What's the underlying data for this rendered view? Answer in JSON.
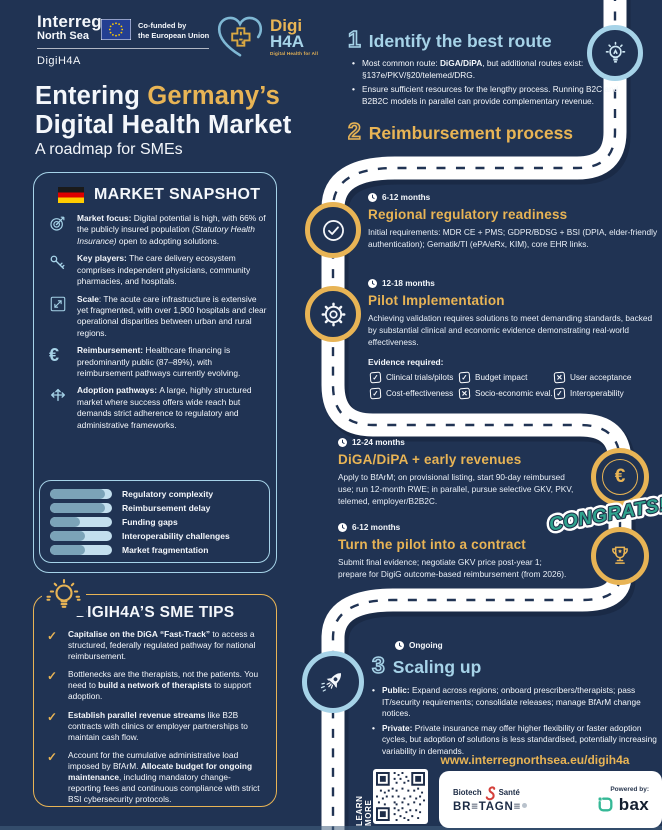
{
  "page": {
    "bg": "#203353",
    "accent_gold": "#e8b455",
    "accent_blue": "#a6d3e8"
  },
  "header": {
    "interreg_title": "Interreg",
    "interreg_subtitle": "North Sea",
    "eu_cofunded_line1": "Co-funded by",
    "eu_cofunded_line2": "the European Union",
    "program_label": "DigiH4A",
    "digi_logo_line1": "Digi",
    "digi_logo_line2": "H4A",
    "digi_logo_tagline": "Digital Health for All"
  },
  "title": {
    "line1_white": "Entering ",
    "line1_gold": "Germany’s",
    "line2": "Digital Health Market",
    "subtitle": "A roadmap for SMEs"
  },
  "market_snapshot": {
    "heading": "MARKET SNAPSHOT",
    "items": [
      {
        "icon": "target-icon",
        "segments": [
          {
            "t": "Market focus: ",
            "b": true
          },
          {
            "t": "Digital potential is high, with 66% of the publicly insured population "
          },
          {
            "t": "(Statutory Health Insurance)",
            "i": true
          },
          {
            "t": " open to adopting solutions."
          }
        ]
      },
      {
        "icon": "key-icon",
        "segments": [
          {
            "t": "Key players: ",
            "b": true
          },
          {
            "t": "The care delivery ecosystem comprises independent physicians, community pharmacies, and hospitals."
          }
        ]
      },
      {
        "icon": "scale-icon",
        "segments": [
          {
            "t": "Scale",
            "b": true
          },
          {
            "t": ": The acute care infrastructure is extensive yet fragmented, with over 1,900 hospitals and clear operational disparities between urban and rural regions."
          }
        ]
      },
      {
        "icon": "euro-icon",
        "segments": [
          {
            "t": "Reimbursement: ",
            "b": true
          },
          {
            "t": "Healthcare financing is predominantly public (87–89%), with reimbursement pathways currently evolving."
          }
        ]
      },
      {
        "icon": "adoption-icon",
        "segments": [
          {
            "t": "Adoption pathways: ",
            "b": true
          },
          {
            "t": "A large, highly structured market where success offers wide reach but demands strict adherence to regulatory and administrative frameworks."
          }
        ]
      }
    ],
    "challenge_bars": [
      {
        "label": "Regulatory complexity",
        "pct": 88
      },
      {
        "label": "Reimbursement delay",
        "pct": 88
      },
      {
        "label": "Funding gaps",
        "pct": 48
      },
      {
        "label": "Interoperability challenges",
        "pct": 57
      },
      {
        "label": "Market fragmentation",
        "pct": 57
      }
    ]
  },
  "sme_tips": {
    "heading": "DIGIH4A’S SME TIPS",
    "check_glyph": "✓",
    "tips": [
      {
        "segments": [
          {
            "t": "Capitalise on the DiGA “Fast-Track”",
            "b": true
          },
          {
            "t": " to access a structured, federally regulated pathway for national reimbursement."
          }
        ]
      },
      {
        "segments": [
          {
            "t": "Bottlenecks are the therapists, not the patients. You need to "
          },
          {
            "t": "build a network of therapists",
            "b": true
          },
          {
            "t": " to support adoption."
          }
        ]
      },
      {
        "segments": [
          {
            "t": "Establish parallel revenue streams",
            "b": true
          },
          {
            "t": " like B2B contracts with clinics or employer partnerships to maintain cash flow."
          }
        ]
      },
      {
        "segments": [
          {
            "t": "Account for the cumulative administrative load imposed by BfArM. "
          },
          {
            "t": "Allocate budget for ongoing maintenance",
            "b": true
          },
          {
            "t": ", including mandatory change-reporting fees and continuous compliance with strict BSI cybersecurity protocols."
          }
        ]
      }
    ]
  },
  "roadmap": {
    "bullet_glyph": "•",
    "step1": {
      "number": "1",
      "title": "Identify the best route",
      "bullets": [
        {
          "segments": [
            {
              "t": "Most common route: "
            },
            {
              "t": "DiGA/DiPA",
              "b": true
            },
            {
              "t": ", but additional routes exist: §137e/PKV/§20/telemed/DRG."
            }
          ]
        },
        {
          "segments": [
            {
              "t": "Ensure sufficient resources for the lengthy process. Running B2C and B2B2C models in parallel can provide complementary revenue."
            }
          ]
        }
      ]
    },
    "step2": {
      "number": "2",
      "title": "Reimbursement process"
    },
    "milestones": [
      {
        "duration": "6-12 months",
        "title": "Regional regulatory readiness",
        "body": "Initial requirements: MDR CE + PMS; GDPR/BDSG + BSI (DPIA, elder-friendly authentication); Gematik/TI (ePA/eRx, KIM), core EHR links."
      },
      {
        "duration": "12-18 months",
        "title": "Pilot Implementation",
        "body": "Achieving validation requires solutions to meet demanding standards, backed by substantial clinical and economic evidence demonstrating real-world effectiveness.",
        "evidence_label": "Evidence required:",
        "evidence": [
          {
            "label": "Clinical trials/pilots",
            "mark": "✓"
          },
          {
            "label": "Budget impact",
            "mark": "✓"
          },
          {
            "label": "User acceptance",
            "mark": "✕"
          },
          {
            "label": "Cost-effectiveness",
            "mark": "✓"
          },
          {
            "label": "Socio-economic eval.",
            "mark": "✕"
          },
          {
            "label": "Interoperability",
            "mark": "✓"
          }
        ]
      },
      {
        "duration": "12-24 months",
        "title": "DiGA/DiPA + early revenues",
        "body": "Apply to BfArM; on provisional listing, start 90-day reimbursed use; run 12-month RWE; in parallel, pursue selective GKV, PKV, telemed, employer/B2B2C."
      },
      {
        "duration": "6-12 months",
        "title": "Turn the pilot into a contract",
        "body": "Submit final evidence; negotiate GKV price post-year 1; prepare for DigiG outcome-based reimbursement (from 2026)."
      }
    ],
    "congrats": "CONGRATS!!",
    "step3": {
      "duration": "Ongoing",
      "number": "3",
      "title": "Scaling up",
      "bullets": [
        {
          "segments": [
            {
              "t": "Public: ",
              "b": true
            },
            {
              "t": "Expand across regions; onboard prescribers/therapists; pass IT/security requirements; consolidate releases; manage BfArM change notices."
            }
          ]
        },
        {
          "segments": [
            {
              "t": "Private: ",
              "b": true
            },
            {
              "t": "Private insurance may offer higher flexibility or faster adoption cycles, but adoption of solutions is less standardised, potentially increasing variability in demands."
            }
          ]
        }
      ]
    }
  },
  "icons": {
    "euro_glyph": "€"
  },
  "footer": {
    "url": "www.interregnorthsea.eu/digih4a",
    "learn_more": "LEARN MORE",
    "powered_by": "Powered by:",
    "biotech_line1_a": "Biotech",
    "biotech_line1_b": "Santé",
    "biotech_line2": "BR≡TAGN≡",
    "bax": "bax"
  }
}
